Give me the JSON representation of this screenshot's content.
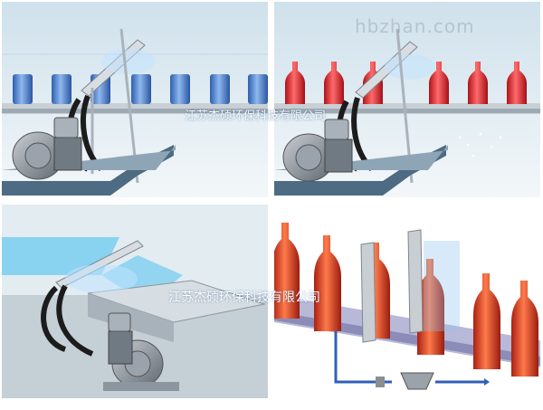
{
  "watermarks": {
    "company_a": "江苏杰硕环保科技有限公司",
    "company_b": "江苏杰硕环保科技有限公司",
    "site": "hbzhan.com"
  },
  "panels": [
    {
      "scene": "cans-air-knife-drying",
      "container_color": "#5b8fd6"
    },
    {
      "scene": "bottles-air-knife-drying",
      "container_color": "#e02a2a"
    },
    {
      "scene": "conveyor-belt-sheet-drying",
      "container_color": "#7fd0f0"
    },
    {
      "scene": "bottle-line-air-knife-piping",
      "container_color": "#d23a22"
    }
  ],
  "colors": {
    "background_panel": "#e4eef3",
    "conveyor": "#b9c4cc",
    "blower": "#7d8790",
    "pipe": "#1c1c1c",
    "air_line": "#2f5fb8"
  }
}
